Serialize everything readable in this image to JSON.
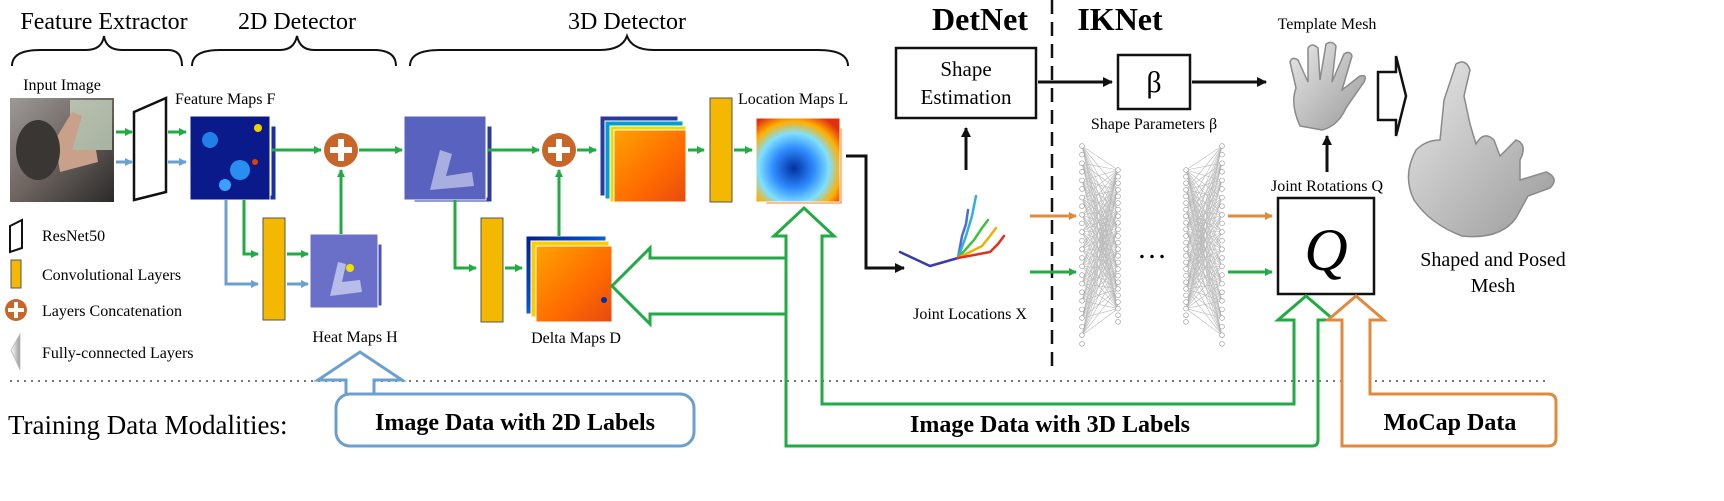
{
  "stages": {
    "feature_extractor": "Feature Extractor",
    "detector_2d": "2D Detector",
    "detector_3d": "3D Detector",
    "detnet": "DetNet",
    "iknet": "IKNet"
  },
  "labels": {
    "input_image": "Input Image",
    "feature_maps": "Feature Maps F",
    "heat_maps": "Heat Maps H",
    "delta_maps": "Delta Maps D",
    "location_maps": "Location Maps L",
    "shape_estimation_line1": "Shape",
    "shape_estimation_line2": "Estimation",
    "beta_symbol": "β",
    "shape_parameters": "Shape Parameters β",
    "template_mesh": "Template Mesh",
    "joint_rotations": "Joint Rotations Q",
    "q_symbol": "Q",
    "joint_locations": "Joint Locations X",
    "output_mesh_line1": "Shaped and Posed",
    "output_mesh_line2": "Mesh",
    "ellipsis": "…"
  },
  "legend": {
    "resnet": "ResNet50",
    "conv": "Convolutional Layers",
    "concat": "Layers Concatenation",
    "fc": "Fully-connected Layers"
  },
  "training": {
    "title": "Training Data Modalities:",
    "data_2d": "Image Data with 2D Labels",
    "data_3d": "Image Data with 3D Labels",
    "mocap": "MoCap Data"
  },
  "colors": {
    "green": "#22aa44",
    "blue": "#6a9fd0",
    "orange": "#e08a3c",
    "conv_yellow": "#f5b800",
    "concat_orange": "#c8662a"
  }
}
